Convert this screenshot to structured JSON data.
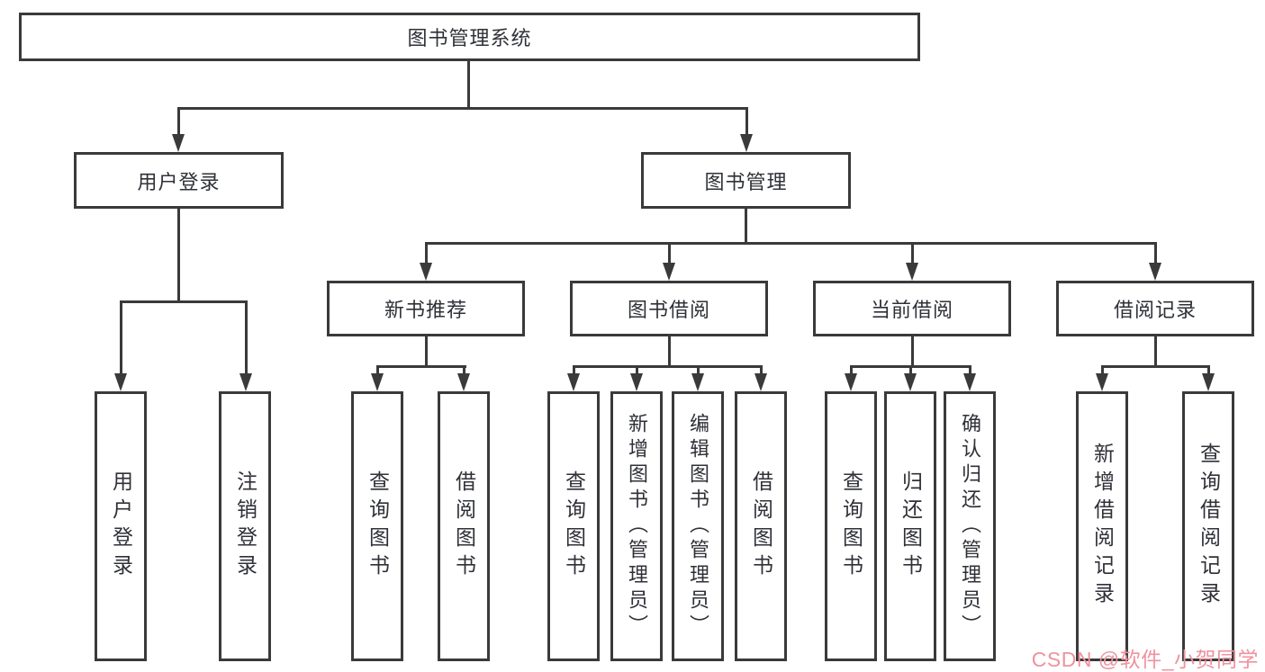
{
  "diagram": {
    "root": {
      "label": "图书管理系统"
    },
    "level2": {
      "user_login": {
        "label": "用户登录"
      },
      "book_mgmt": {
        "label": "图书管理"
      }
    },
    "level3": {
      "new_books": {
        "label": "新书推荐"
      },
      "book_borrow": {
        "label": "图书借阅"
      },
      "current_borrow": {
        "label": "当前借阅"
      },
      "borrow_records": {
        "label": "借阅记录"
      }
    },
    "leaves": {
      "user_login": [
        {
          "label": "用户登录"
        },
        {
          "label": "注销登录"
        }
      ],
      "new_books": [
        {
          "label": "查询图书"
        },
        {
          "label": "借阅图书"
        }
      ],
      "book_borrow": [
        {
          "label": "查询图书"
        },
        {
          "label": "新增图书（管理员）"
        },
        {
          "label": "编辑图书（管理员）"
        },
        {
          "label": "借阅图书"
        }
      ],
      "current_borrow": [
        {
          "label": "查询图书"
        },
        {
          "label": "归还图书"
        },
        {
          "label": "确认归还（管理员）"
        }
      ],
      "borrow_records": [
        {
          "label": "新增借阅记录"
        },
        {
          "label": "查询借阅记录"
        }
      ]
    },
    "watermark": "CSDN @软件_小贺同学",
    "colors": {
      "line": "#3a3a3a",
      "text": "#2f3137",
      "watermark": "#ef929e",
      "background": "#ffffff"
    }
  }
}
